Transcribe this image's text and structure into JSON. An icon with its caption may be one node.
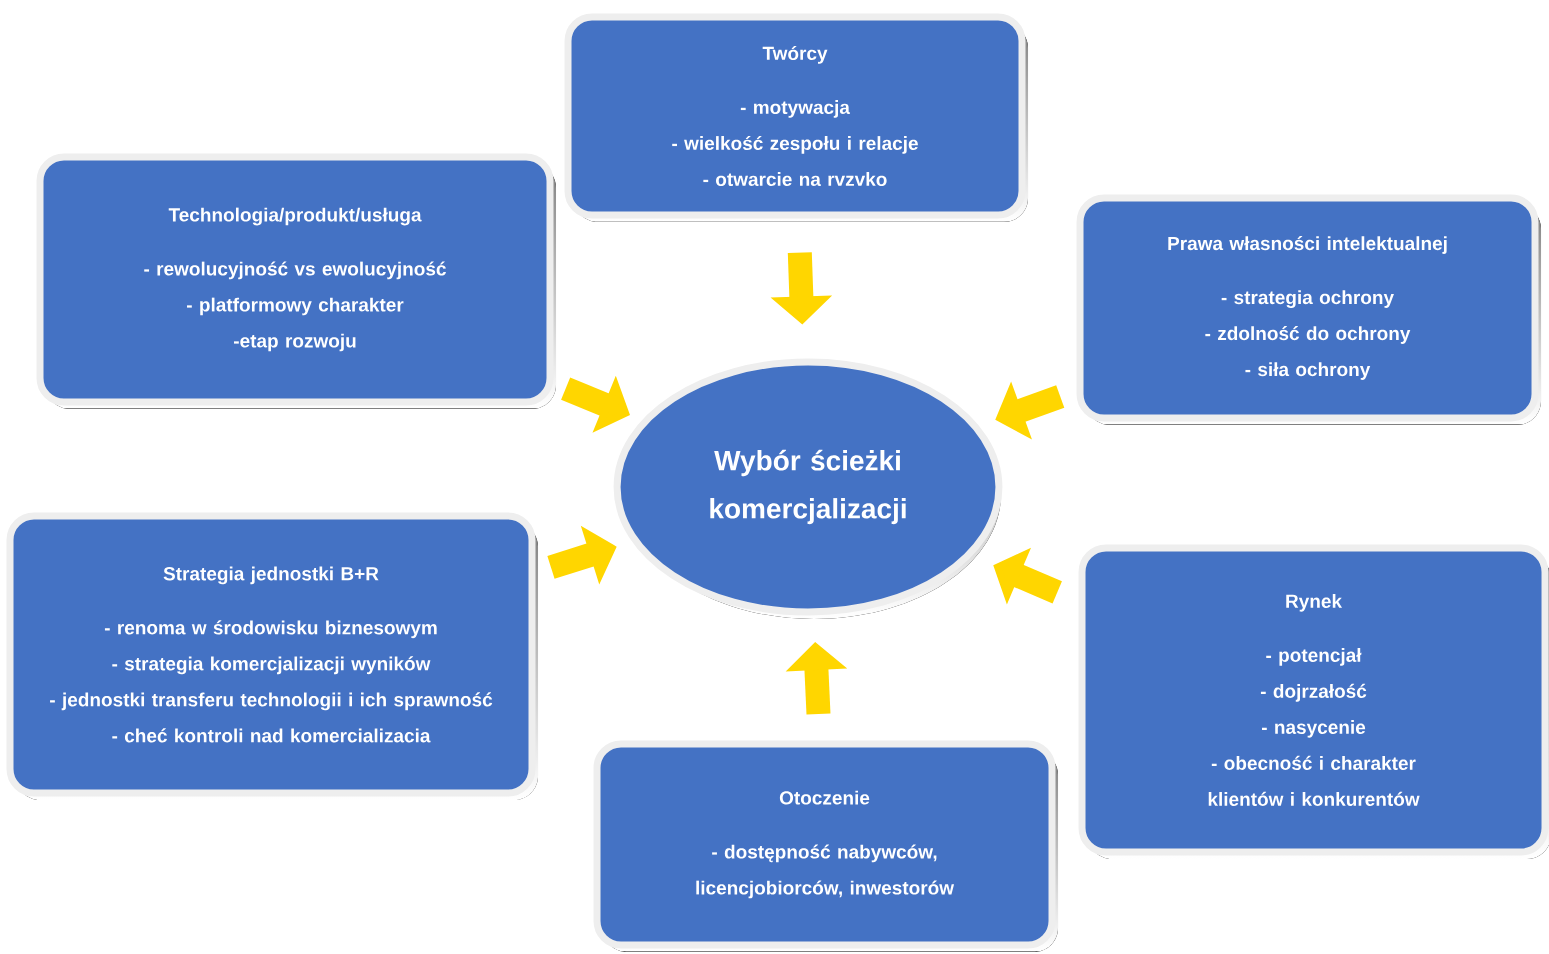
{
  "diagram": {
    "nodes": [
      {
        "text": [
          "Twórcy",
          "- motywacja",
          "- wielkość zespołu i relacje",
          "- otwarcie na rvzvko"
        ]
      },
      {
        "text": [
          "Technologia/produkt/usługa",
          "- rewolucyjność vs ewolucyjność",
          "- platformowy charakter",
          "-etap rozwoju"
        ]
      },
      {
        "text": [
          "Prawa własności intelektualnej",
          "- strategia ochrony",
          "- zdolność do ochrony",
          "- siła ochrony"
        ]
      },
      {
        "text": [
          "Wybór ścieżki komercjalizacji"
        ]
      },
      {
        "text": [
          "Strategia jednostki B+R",
          "- renoma w środowisku biznesowym",
          "- strategia komercjalizacji wyników",
          "- jednostki transferu technologii i ich sprawność",
          "- cheć kontroli nad komercializacia"
        ]
      },
      {
        "text": [
          "Rynek",
          "- potencjał",
          "- dojrzałość",
          "- nasycenie",
          "- obecność i charakter klientów i konkurentów"
        ]
      },
      {
        "text": [
          "Otoczenie",
          "- dostępność nabywców, licencjobiorców, inwestorów"
        ]
      }
    ],
    "edges": [
      {
        "from": 0,
        "to": 3,
        "arrow": "to"
      },
      {
        "from": 1,
        "to": 3,
        "arrow": "to"
      },
      {
        "from": 2,
        "to": 3,
        "arrow": "to"
      },
      {
        "from": 4,
        "to": 3,
        "arrow": "to"
      },
      {
        "from": 5,
        "to": 3,
        "arrow": "to"
      },
      {
        "from": 6,
        "to": 3,
        "arrow": "to"
      }
    ]
  }
}
